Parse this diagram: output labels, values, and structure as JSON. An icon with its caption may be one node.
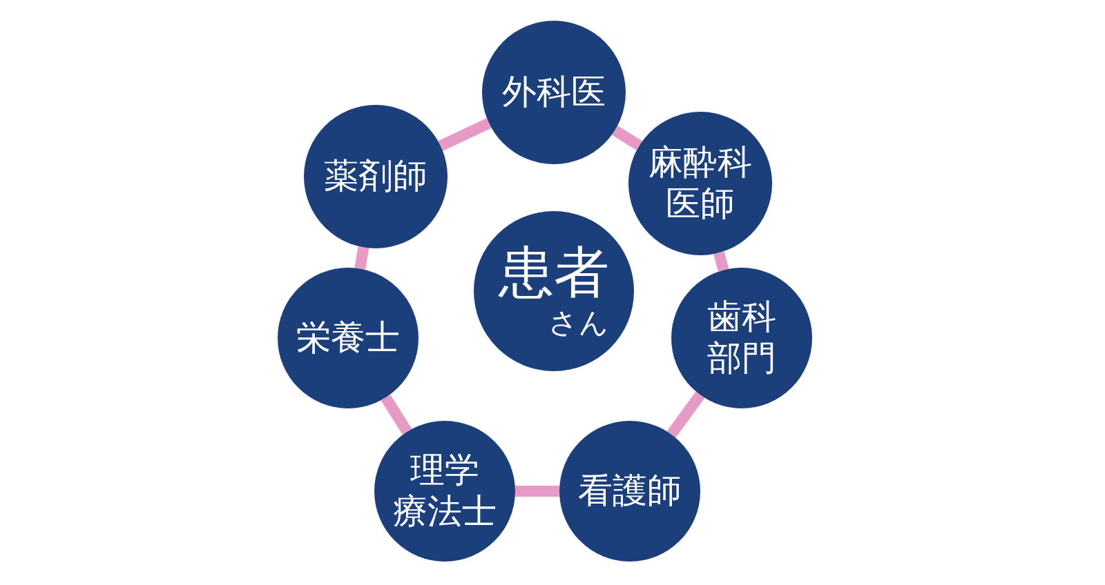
{
  "diagram": {
    "nodes": [
      {
        "text": [
          "外科医"
        ]
      },
      {
        "text": [
          "麻酔科医師"
        ]
      },
      {
        "text": [
          "歯科部門"
        ]
      },
      {
        "text": [
          "看護師"
        ]
      },
      {
        "text": [
          "理学療法士"
        ]
      },
      {
        "text": [
          "栄養士"
        ]
      },
      {
        "text": [
          "薬剤師"
        ]
      },
      {
        "text": [
          "患者",
          "さん"
        ]
      }
    ],
    "edges": [
      {
        "from": 0,
        "to": 1,
        "arrow": "none"
      },
      {
        "from": 1,
        "to": 2,
        "arrow": "none"
      },
      {
        "from": 2,
        "to": 3,
        "arrow": "none"
      },
      {
        "from": 3,
        "to": 4,
        "arrow": "none"
      },
      {
        "from": 4,
        "to": 5,
        "arrow": "none"
      },
      {
        "from": 5,
        "to": 6,
        "arrow": "none"
      },
      {
        "from": 6,
        "to": 0,
        "arrow": "none"
      }
    ]
  }
}
